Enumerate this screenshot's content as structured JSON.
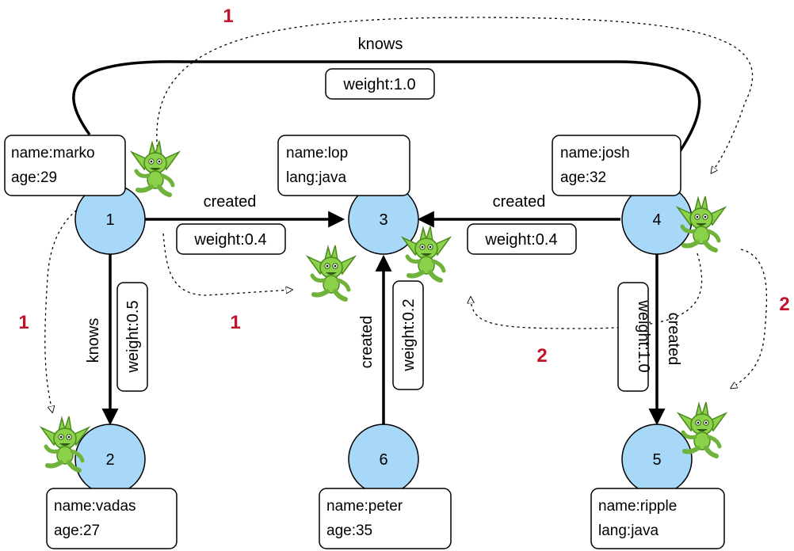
{
  "colors": {
    "vertex_fill": "#a8d8f8",
    "step_label": "#c0142a",
    "gremlin_body": "#8cd14a",
    "gremlin_dark": "#4a8a1e"
  },
  "vertices": [
    {
      "id": "1",
      "props": [
        "name:marko",
        "age:29"
      ]
    },
    {
      "id": "2",
      "props": [
        "name:vadas",
        "age:27"
      ]
    },
    {
      "id": "3",
      "props": [
        "name:lop",
        "lang:java"
      ]
    },
    {
      "id": "4",
      "props": [
        "name:josh",
        "age:32"
      ]
    },
    {
      "id": "5",
      "props": [
        "name:ripple",
        "lang:java"
      ]
    },
    {
      "id": "6",
      "props": [
        "name:peter",
        "age:35"
      ]
    }
  ],
  "edges": [
    {
      "from": "1",
      "to": "4",
      "label": "knows",
      "weight": "weight:1.0"
    },
    {
      "from": "1",
      "to": "3",
      "label": "created",
      "weight": "weight:0.4"
    },
    {
      "from": "1",
      "to": "2",
      "label": "knows",
      "weight": "weight:0.5"
    },
    {
      "from": "4",
      "to": "3",
      "label": "created",
      "weight": "weight:0.4"
    },
    {
      "from": "4",
      "to": "5",
      "label": "created",
      "weight": "weight:1.0"
    },
    {
      "from": "6",
      "to": "3",
      "label": "created",
      "weight": "weight:0.2"
    }
  ],
  "traversal_steps": [
    "1",
    "1",
    "1",
    "2",
    "2"
  ],
  "icons": {
    "traverser": "gremlin-icon"
  }
}
